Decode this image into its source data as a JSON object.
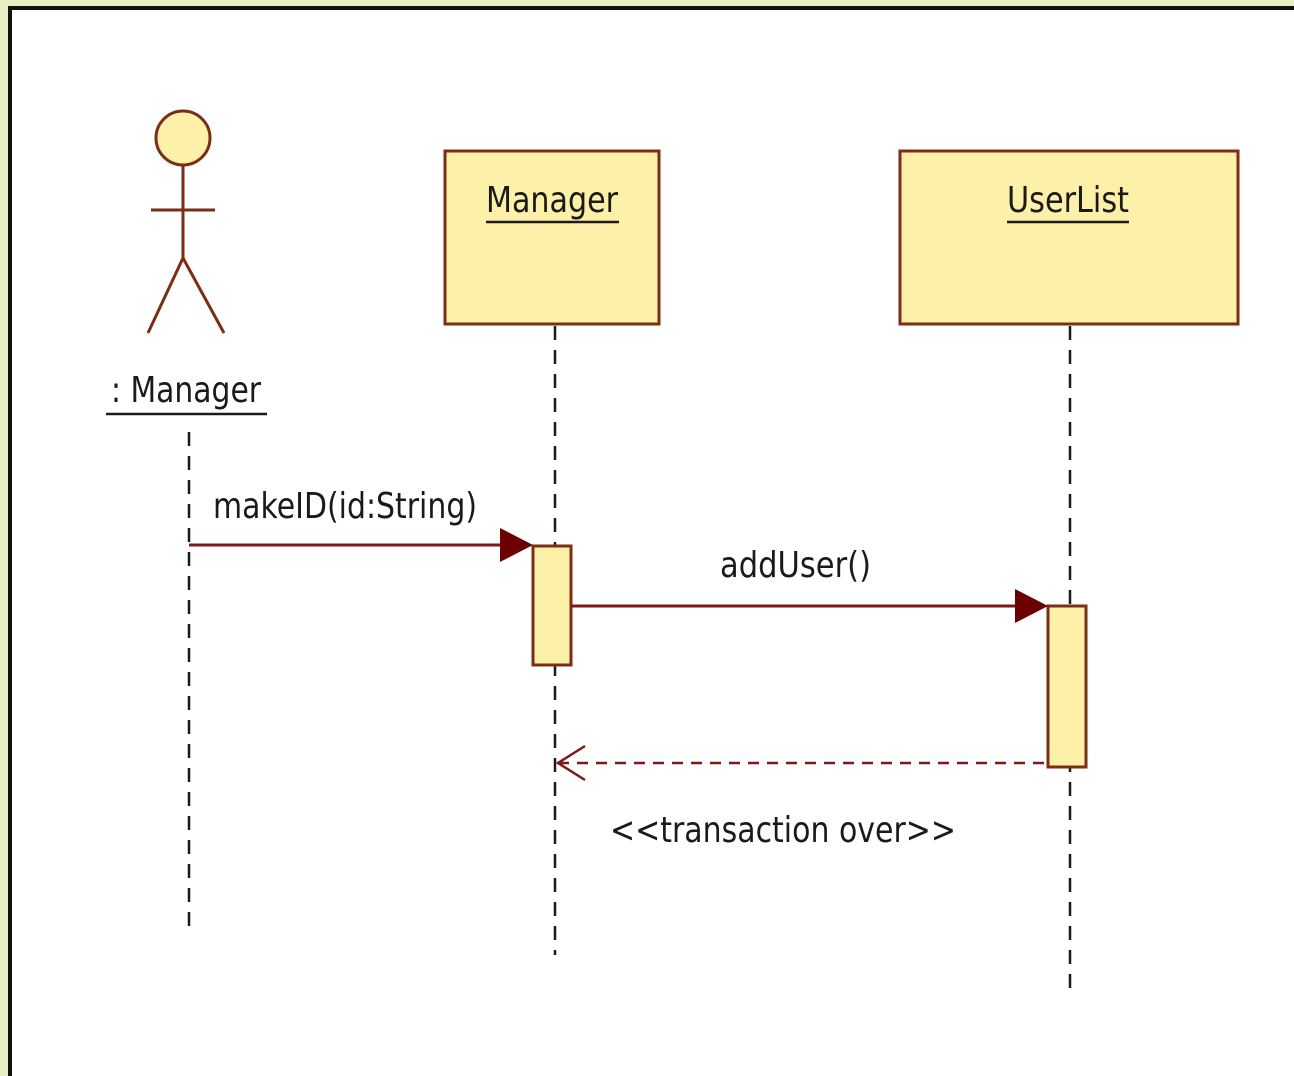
{
  "diagram": {
    "actor": {
      "label": ": Manager"
    },
    "lifelines": [
      {
        "id": "manager",
        "label": "Manager"
      },
      {
        "id": "userlist",
        "label": "UserList"
      }
    ],
    "messages": [
      {
        "id": "m1",
        "from": "actor",
        "to": "manager",
        "label": "makeID(id:String)",
        "kind": "sync"
      },
      {
        "id": "m2",
        "from": "manager",
        "to": "userlist",
        "label": "addUser()",
        "kind": "sync"
      },
      {
        "id": "m3",
        "from": "userlist",
        "to": "manager",
        "label": "<<transaction over>>",
        "kind": "return"
      }
    ]
  },
  "colors": {
    "page_background": "#e8efc4",
    "canvas": "#ffffff",
    "box_fill": "#fdf0a8",
    "box_stroke": "#7a2e14",
    "message_line": "#7a1a1a",
    "arrowhead": "#6b0000",
    "lifeline": "#1a1a1a"
  }
}
